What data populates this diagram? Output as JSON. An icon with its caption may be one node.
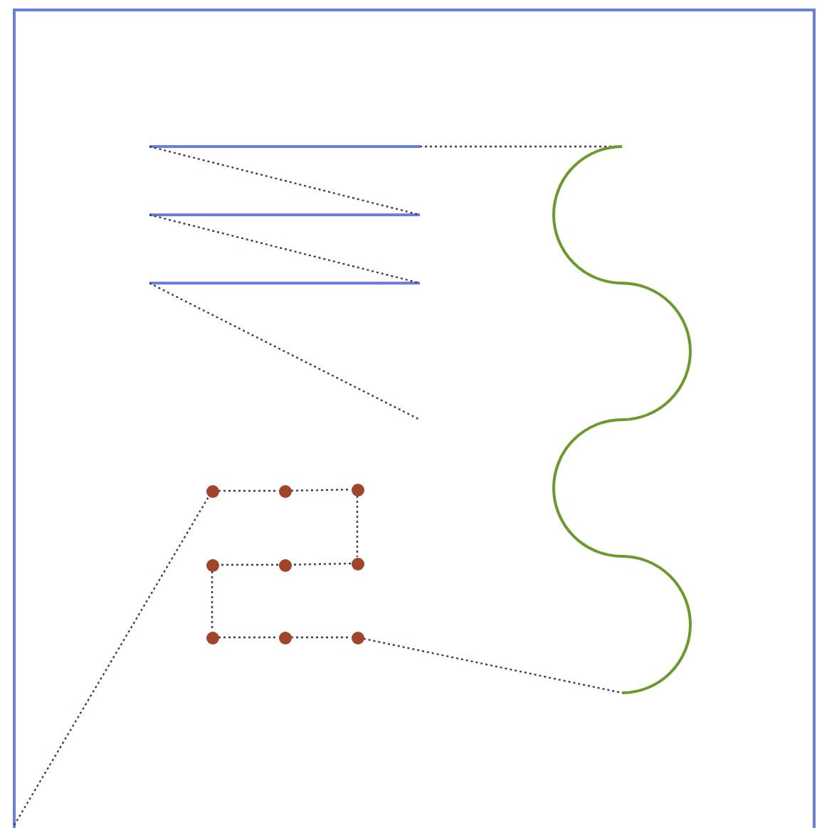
{
  "diagram": {
    "nodes": [
      {
        "text": [],
        "shape": "circle"
      },
      {
        "text": [],
        "shape": "circle"
      },
      {
        "text": [],
        "shape": "circle"
      },
      {
        "text": [],
        "shape": "circle"
      },
      {
        "text": [],
        "shape": "circle"
      },
      {
        "text": [],
        "shape": "circle"
      },
      {
        "text": [],
        "shape": "circle"
      },
      {
        "text": [],
        "shape": "circle"
      },
      {
        "text": [],
        "shape": "circle"
      },
      {
        "text": [],
        "shape": "curve"
      }
    ],
    "edges": [
      {
        "from": 0,
        "to": 1,
        "arrow": "none"
      },
      {
        "from": 1,
        "to": 2,
        "arrow": "none"
      },
      {
        "from": 2,
        "to": 5,
        "arrow": "none"
      },
      {
        "from": 5,
        "to": 4,
        "arrow": "none"
      },
      {
        "from": 4,
        "to": 3,
        "arrow": "none"
      },
      {
        "from": 3,
        "to": 6,
        "arrow": "none"
      },
      {
        "from": 6,
        "to": 7,
        "arrow": "none"
      },
      {
        "from": 7,
        "to": 8,
        "arrow": "none"
      },
      {
        "from": null,
        "to": 0,
        "arrow": "none"
      },
      {
        "from": 8,
        "to": 9,
        "arrow": "none"
      }
    ]
  }
}
